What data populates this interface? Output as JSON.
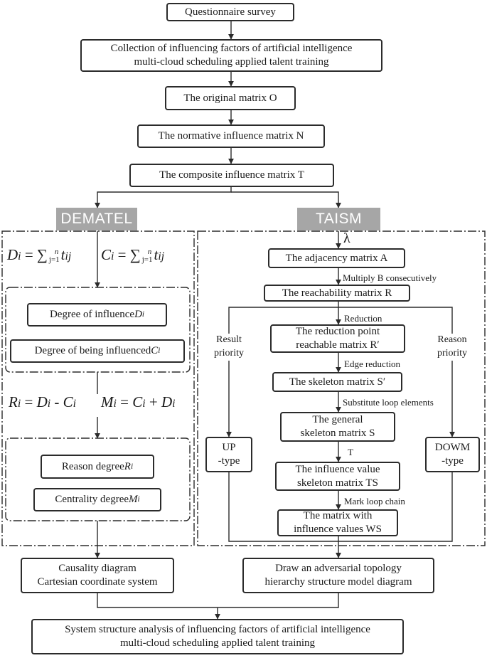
{
  "flow": {
    "survey": "Questionnaire survey",
    "collection": [
      "Collection of influencing factors of artificial intelligence",
      "multi-cloud scheduling applied talent training"
    ],
    "original": "The original matrix O",
    "normative": "The normative influence matrix N",
    "composite": "The composite influence matrix T",
    "causality": [
      "Causality diagram",
      "Cartesian coordinate system"
    ],
    "adversarial": [
      "Draw an adversarial topology",
      "hierarchy structure model diagram"
    ],
    "system": [
      "System structure analysis of influencing factors of artificial intelligence",
      "multi-cloud scheduling applied talent training"
    ]
  },
  "dematel": {
    "tag": "DEMATEL",
    "formula_d": {
      "lhs": "D",
      "sub": "i",
      "eq": " = ∑",
      "lim": "n",
      "idx": "j=1",
      "term": "t",
      "tsub": "ij"
    },
    "formula_c": {
      "lhs": "C",
      "sub": "i",
      "eq": " = ∑",
      "lim": "n",
      "idx": "j=1",
      "term": "t",
      "tsub": "ij"
    },
    "influence": {
      "text": "Degree of influence ",
      "sym": "D",
      "sub": "i"
    },
    "influenced": {
      "text": "Degree of being influenced ",
      "sym": "C",
      "sub": "i"
    },
    "formula_r": {
      "lhs": "R",
      "sub": "i",
      "eq": " = ",
      "a": "D",
      "asub": "i",
      "op": " - ",
      "b": "C",
      "bsub": "i"
    },
    "formula_m": {
      "lhs": "M",
      "sub": "i",
      "eq": " = ",
      "a": "C",
      "asub": "i",
      "op": " + ",
      "b": "D",
      "bsub": "i"
    },
    "reason": {
      "text": "Reason degree ",
      "sym": "R",
      "sub": "i"
    },
    "centrality": {
      "text": "Centrality degree ",
      "sym": "M",
      "sub": "i"
    }
  },
  "taism": {
    "tag": "TAISM",
    "lambda": "λ",
    "adjacency": "The adjacency matrix A",
    "multiply_label": "Multiply B consecutively",
    "reachability": "The reachability matrix R",
    "reduction_label": "Reduction",
    "reduction_box": [
      "The reduction point",
      "reachable matrix R′"
    ],
    "edge_label": "Edge reduction",
    "skeleton": "The skeleton matrix S′",
    "substitute_label": "Substitute loop elements",
    "general": [
      "The general",
      "skeleton matrix S"
    ],
    "t_label": "T",
    "influence_value": [
      "The influence value",
      "skeleton matrix TS"
    ],
    "mark_label": "Mark loop chain",
    "ws": [
      "The matrix with",
      "influence values WS"
    ],
    "result_priority": [
      "Result",
      "priority"
    ],
    "reason_priority": [
      "Reason",
      "priority"
    ],
    "up": [
      "UP",
      "-type"
    ],
    "dowm": [
      "DOWM",
      "-type"
    ]
  },
  "colors": {
    "line": "#2b2b2b",
    "tag_fill": "#a6a6a6",
    "tag_text": "#ffffff"
  }
}
